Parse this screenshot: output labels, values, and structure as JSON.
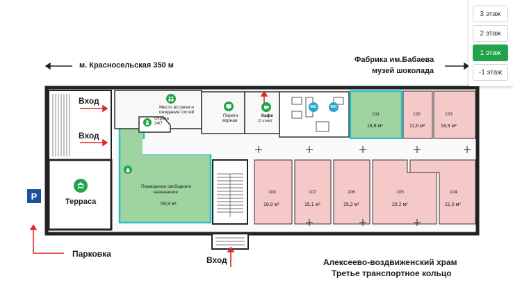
{
  "directions": {
    "metro": "м. Красносельская 350 м",
    "factory_line1": "Фабрика им.Бабаева",
    "factory_line2": "музей шоколада",
    "church": "Алексеево-воздвиженский храм",
    "ring": "Третье транспортное кольцо",
    "parking": "Парковка",
    "parking_sign": "P"
  },
  "entrances": {
    "left_top": "Вход",
    "left_mid": "Вход",
    "bottom": "Вход"
  },
  "areas": {
    "meeting": "Место встречи и ожидания гостей",
    "security": "Охрана 24/7",
    "meeting_room_l1": "Перего-",
    "meeting_room_l2": "ворная",
    "cafe": "Кафе",
    "cafe_note": "(3 этаж)",
    "terrace": "Терраса",
    "free_room_l1": "Помещение свободного",
    "free_room_l2": "назначения",
    "free_room_area": "59,9 м²",
    "wc": "WC"
  },
  "rooms": [
    {
      "number": "101",
      "area": "18,8 м²"
    },
    {
      "number": "102",
      "area": "11,6 м²"
    },
    {
      "number": "103",
      "area": "18,9 м²"
    },
    {
      "number": "108",
      "area": "18,8 м²"
    },
    {
      "number": "107",
      "area": "15,1 м²"
    },
    {
      "number": "106",
      "area": "15,2 м²"
    },
    {
      "number": "105",
      "area": "29,2 м²"
    },
    {
      "number": "104",
      "area": "21,0 м²"
    }
  ],
  "floors": [
    {
      "label": "3 этаж",
      "active": false
    },
    {
      "label": "2 этаж",
      "active": false
    },
    {
      "label": "1 этаж",
      "active": true
    },
    {
      "label": "-1 этаж",
      "active": false
    }
  ],
  "colors": {
    "available": "#9dd4a0",
    "rented": "#f6c9c9",
    "accent": "#21a34a",
    "arrow": "#d92b2b",
    "parking": "#1d4f9c",
    "wc": "#2aa4c8"
  }
}
